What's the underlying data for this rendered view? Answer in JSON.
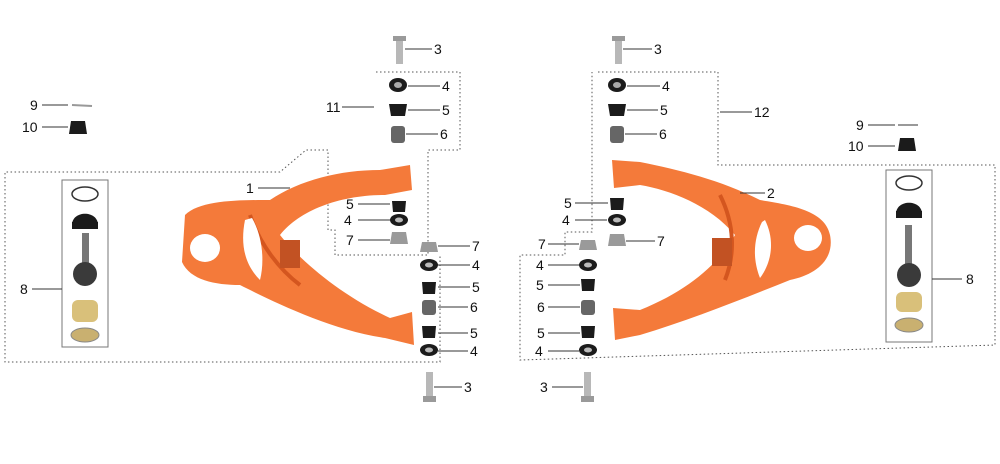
{
  "callouts": {
    "bolt": "3",
    "washer": "4",
    "bushing": "5",
    "sleeve": "6",
    "nut": "7",
    "ball_joint_kit": "8",
    "cotter_pin": "9",
    "castle_nut": "10",
    "left_assembly": "11",
    "right_assembly": "12",
    "left_arm": "1",
    "right_arm": "2"
  },
  "colors": {
    "arm": "#f47a3a",
    "arm_shadow": "#d4561f",
    "rubber": "#1b1b1b",
    "metal": "#a8a8a8",
    "brass": "#d9c07a"
  }
}
